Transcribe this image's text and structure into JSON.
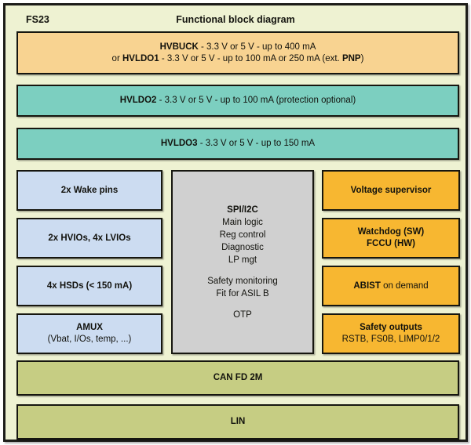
{
  "header": {
    "device_id": "FS23",
    "title": "Functional block diagram"
  },
  "colors": {
    "background": "#eef2d2",
    "frame_border": "#16160f",
    "buck": "#f8d391",
    "ldo": "#7ccfc0",
    "io": "#ccdcf1",
    "logic": "#d0d0d0",
    "safety": "#f7b731",
    "bus": "#c6cd83"
  },
  "blocks": {
    "hvbuck": {
      "line1_a": "HVBUCK",
      "line1_b": " - 3.3 V or 5 V - up to 400 mA",
      "line2_a": "or ",
      "line2_b": "HVLDO1",
      "line2_c": " - 3.3 V or 5 V - up to 100 mA or 250 mA (ext. ",
      "line2_d": "PNP",
      "line2_e": ")"
    },
    "hvldo2": {
      "name": "HVLDO2",
      "detail": " - 3.3 V or 5 V - up to 100 mA (protection optional)"
    },
    "hvldo3": {
      "name": "HVLDO3",
      "detail": " - 3.3 V or 5 V - up to 150 mA"
    },
    "wake_pins": {
      "label": "2x Wake pins"
    },
    "ios": {
      "label": "2x HVIOs, 4x LVIOs"
    },
    "hsds": {
      "label": "4x HSDs (< 150 mA)"
    },
    "amux": {
      "title": "AMUX",
      "detail": "(Vbat, I/Os, temp, ...)"
    },
    "core": {
      "title": "SPI/I2C",
      "line1": "Main logic",
      "line2": "Reg control",
      "line3": "Diagnostic",
      "line4": "LP mgt",
      "line5": "Safety monitoring",
      "line6": "Fit for ASIL B",
      "line7": "OTP"
    },
    "voltage_supervisor": {
      "label": "Voltage supervisor"
    },
    "watchdog": {
      "line1": "Watchdog (SW)",
      "line2": "FCCU (HW)"
    },
    "abist": {
      "name": "ABIST",
      "detail": " on demand"
    },
    "safety_outputs": {
      "title": "Safety outputs",
      "detail": "RSTB, FS0B, LIMP0/1/2"
    },
    "can": {
      "label": "CAN FD 2M"
    },
    "lin": {
      "label": "LIN"
    }
  }
}
